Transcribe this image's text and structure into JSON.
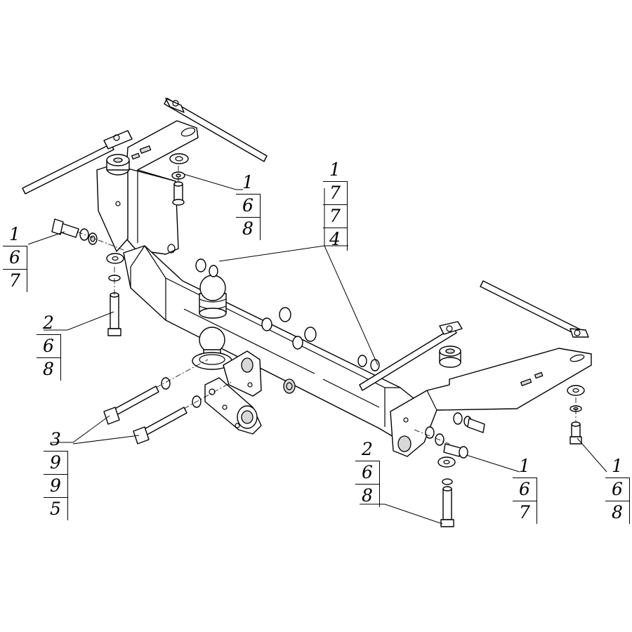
{
  "callouts": [
    {
      "id": "c-top-left-bracket",
      "items": [
        "1",
        "6",
        "8"
      ]
    },
    {
      "id": "c-left-bolt",
      "items": [
        "1",
        "6",
        "7"
      ]
    },
    {
      "id": "c-center-nuts",
      "items": [
        "1",
        "7",
        "7",
        "4"
      ]
    },
    {
      "id": "c-left-vertical-bolt",
      "items": [
        "2",
        "6",
        "8"
      ]
    },
    {
      "id": "c-long-bolts",
      "items": [
        "3",
        "9",
        "9",
        "5"
      ]
    },
    {
      "id": "c-right-vertical-bolt",
      "items": [
        "2",
        "6",
        "8"
      ]
    },
    {
      "id": "c-right-bolt",
      "items": [
        "1",
        "6",
        "7"
      ]
    },
    {
      "id": "c-right-bracket-bolt",
      "items": [
        "1",
        "6",
        "8"
      ]
    }
  ],
  "colors": {
    "line": "#000000",
    "background": "#ffffff",
    "leader": "#555555"
  }
}
